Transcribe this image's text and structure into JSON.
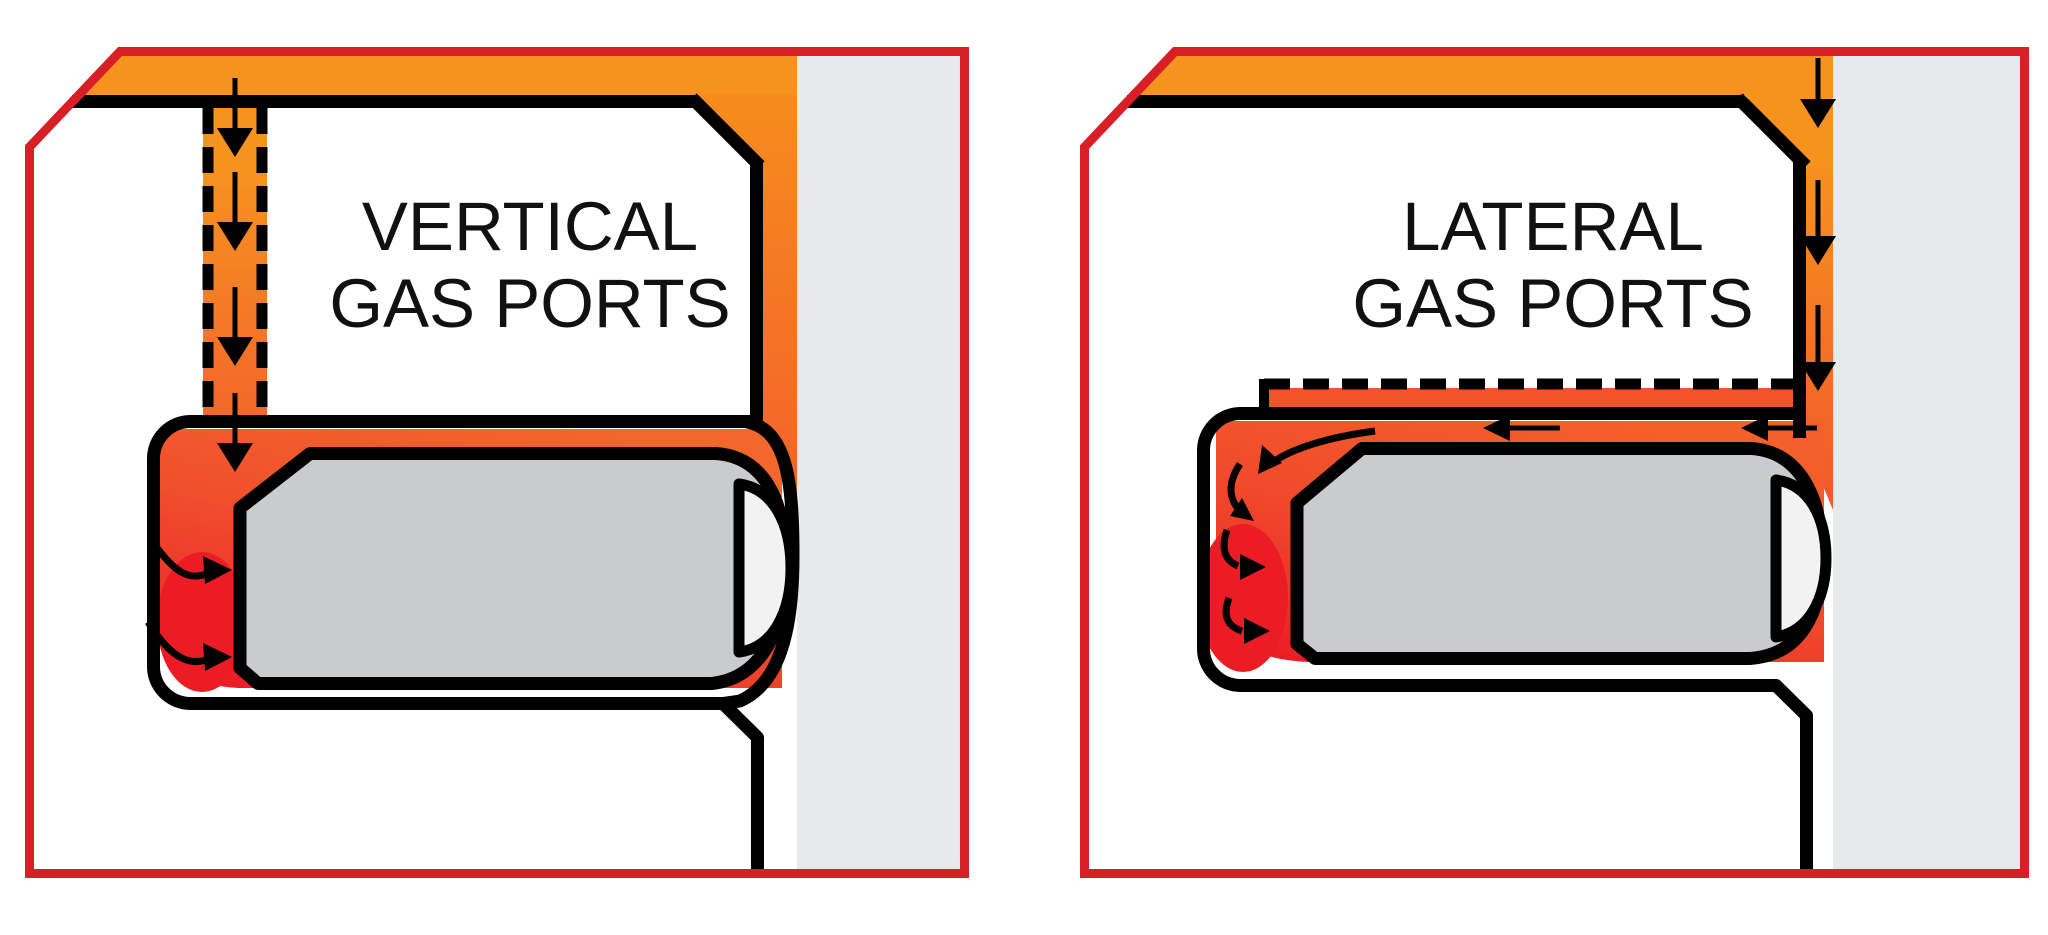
{
  "figure": {
    "title": "Gas port flow comparison diagram",
    "panels": [
      {
        "id": "vertical-gas-ports",
        "label_line1": "VERTICAL",
        "label_line2": "GAS PORTS",
        "gas_flow": "down through dashed vertical channel into chamber, curling right at piston face",
        "down_arrow_count": 4,
        "curved_arrow_count": 2
      },
      {
        "id": "lateral-gas-ports",
        "label_line1": "LATERAL",
        "label_line2": "GAS PORTS",
        "gas_flow": "down right-side channel, left through dashed lateral port strip over piston, curling down-left at piston face",
        "down_arrow_count": 3,
        "lateral_arrow_count": 2,
        "curved_arrow_count": 4
      }
    ]
  },
  "colors": {
    "panel_border_red": "#D81F26",
    "outline_black": "#000000",
    "gas_orange": "#F6921E",
    "gas_orange_deep": "#F2632C",
    "gas_hot_red": "#EC1C24",
    "wall_gray": "#E7E9EA",
    "piston_gray": "#C9CBCD",
    "piston_cap_white": "#F2F2F3",
    "background": "#FFFFFF",
    "label_text": "#111111"
  }
}
